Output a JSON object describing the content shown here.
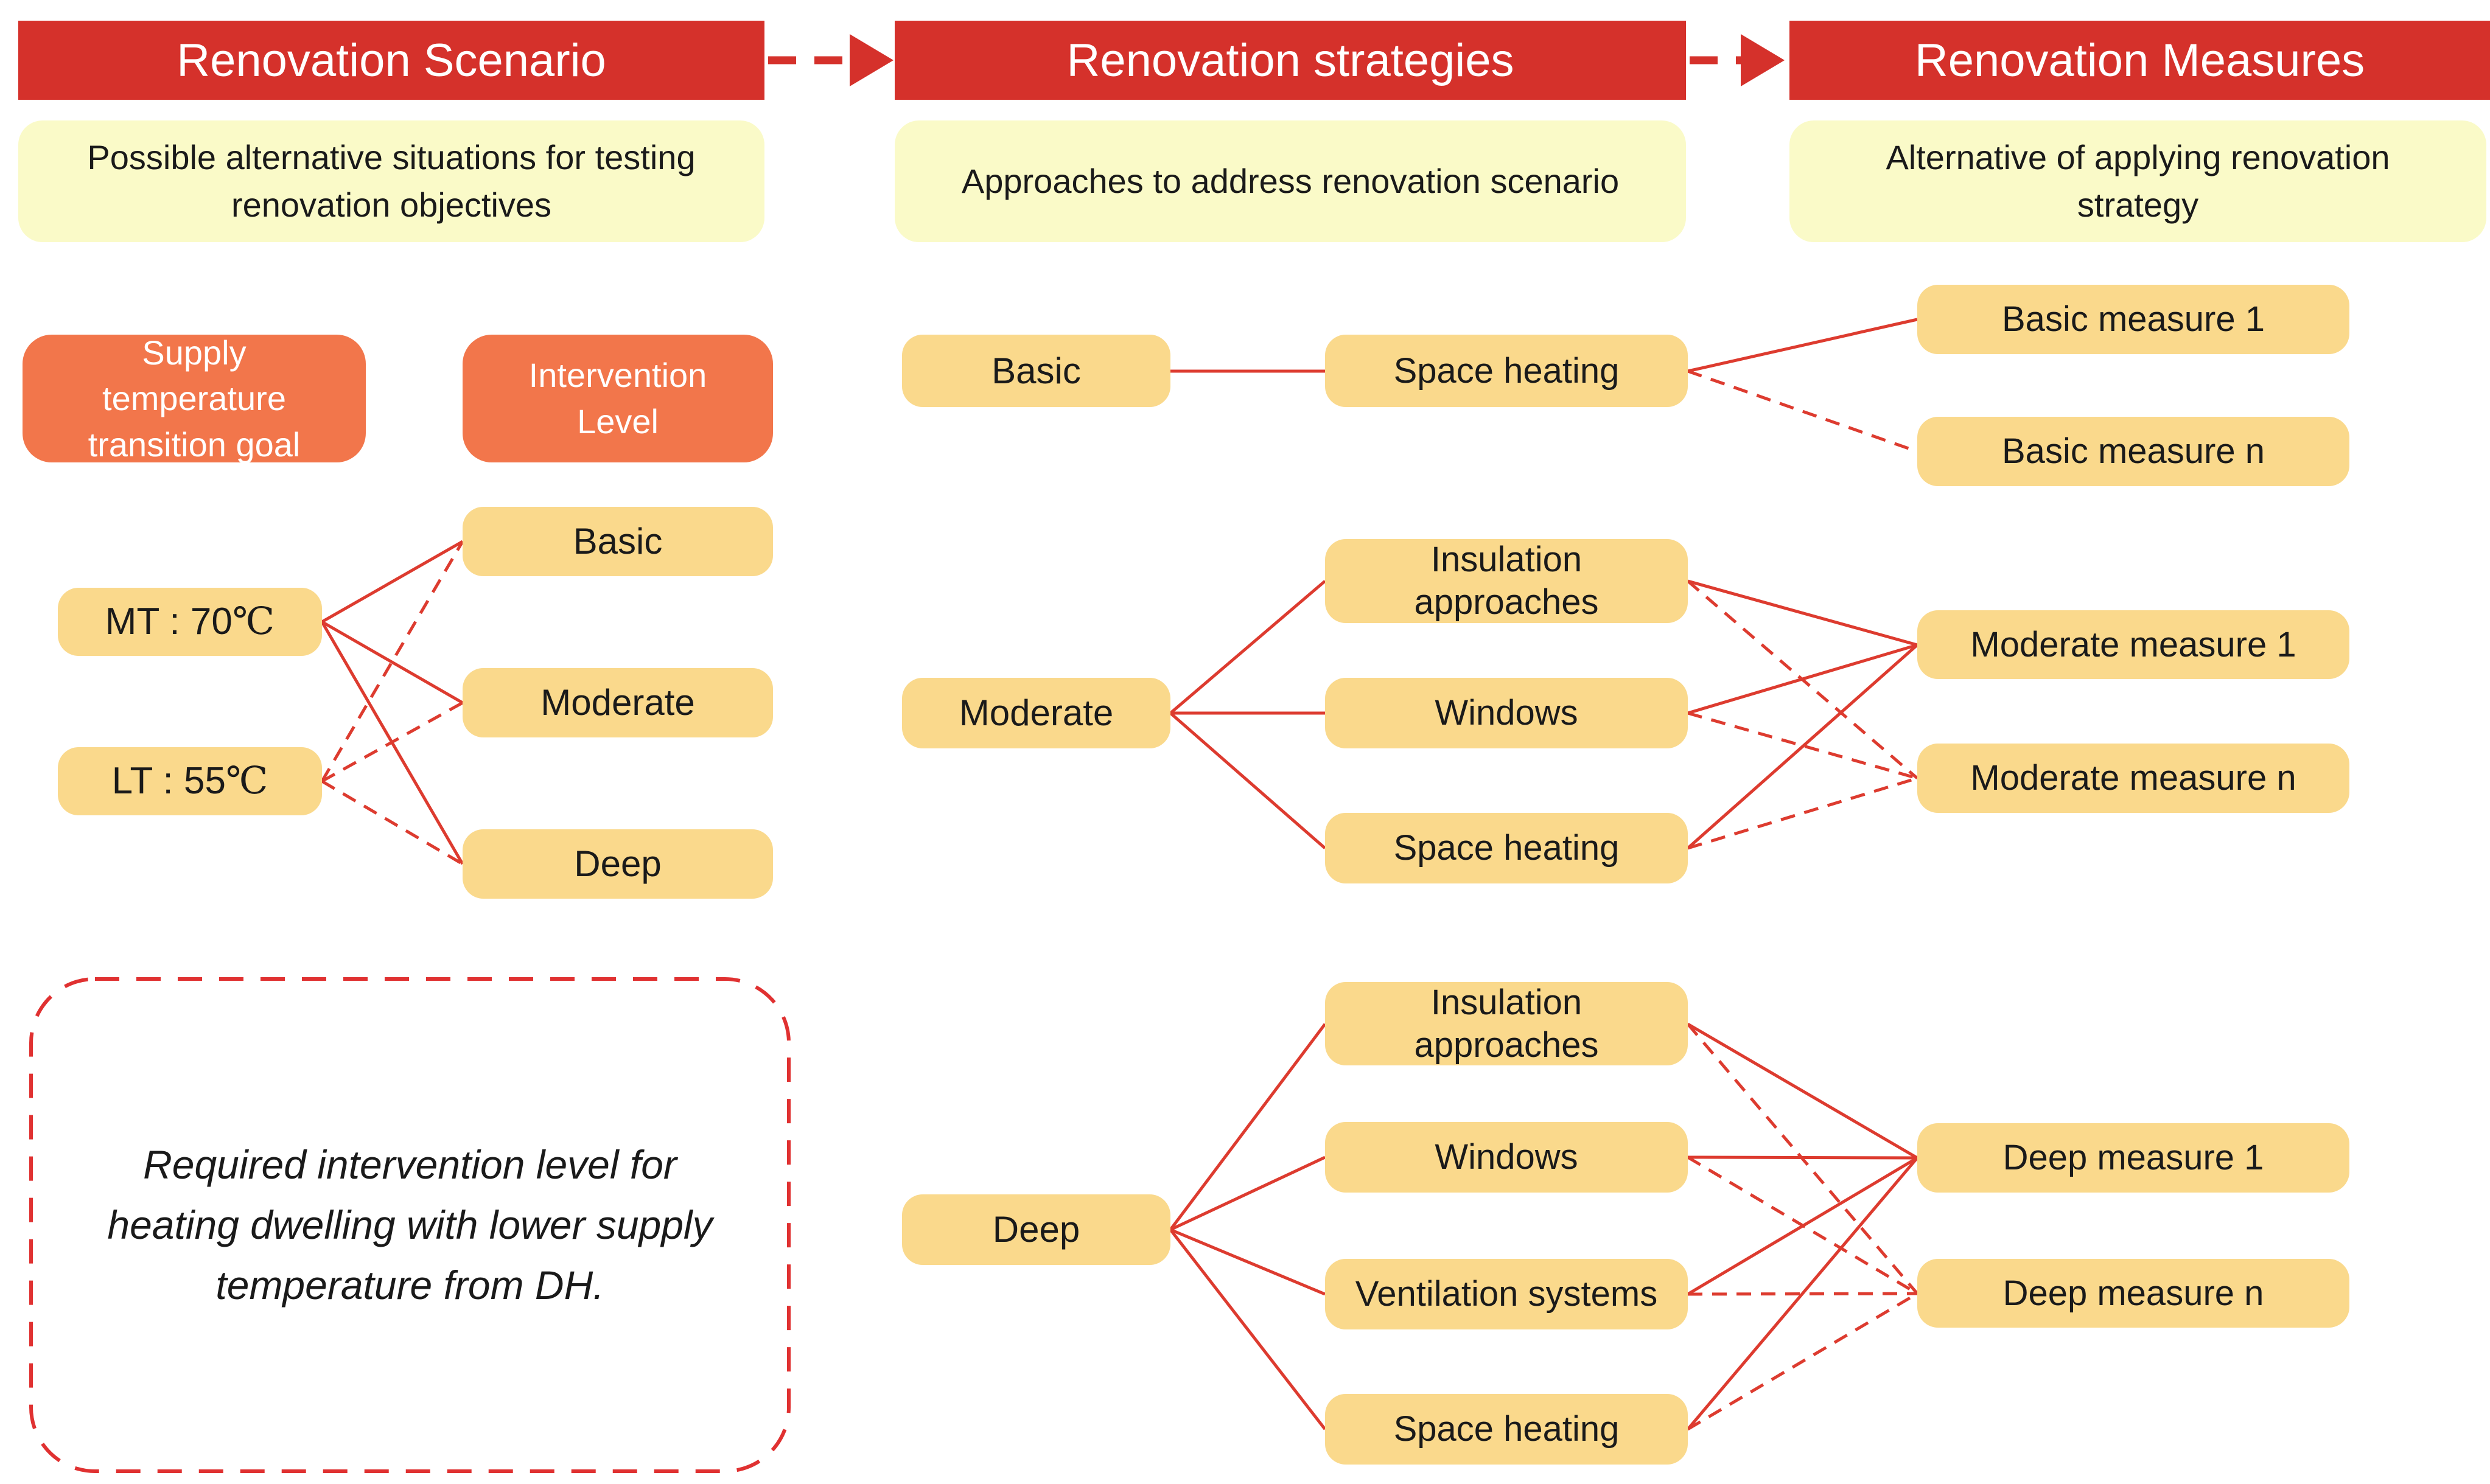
{
  "colors": {
    "header_red": "#d5312b",
    "line_red": "#dd3b2f",
    "orange": "#f2764b",
    "pale_yellow": "#fafac8",
    "gold": "#fad98c",
    "note_border_red": "#e03131"
  },
  "columns": [
    {
      "header": "Renovation Scenario",
      "description": "Possible alternative situations for testing renovation objectives"
    },
    {
      "header": "Renovation strategies",
      "description": "Approaches to address renovation scenario"
    },
    {
      "header": "Renovation Measures",
      "description": "Alternative of applying renovation strategy"
    }
  ],
  "scenario": {
    "goal_box_label": "Supply temperature transition goal",
    "level_box_label": "Intervention Level",
    "goals": [
      {
        "prefix": "MT : 70",
        "unit": "℃"
      },
      {
        "prefix": "LT : 55",
        "unit": "℃"
      }
    ],
    "levels": [
      "Basic",
      "Moderate",
      "Deep"
    ],
    "note": "Required intervention level for heating dwelling with lower supply temperature from DH."
  },
  "strategies": {
    "basic": {
      "label": "Basic",
      "items": [
        "Space heating"
      ]
    },
    "moderate": {
      "label": "Moderate",
      "items": [
        "Insulation approaches",
        "Windows",
        "Space heating"
      ]
    },
    "deep": {
      "label": "Deep",
      "items": [
        "Insulation approaches",
        "Windows",
        "Ventilation systems",
        "Space heating"
      ]
    }
  },
  "measures": {
    "basic_1": "Basic measure 1",
    "basic_n": "Basic measure n",
    "moderate_1": "Moderate measure 1",
    "moderate_n": "Moderate measure n",
    "deep_1": "Deep measure 1",
    "deep_n": "Deep measure n"
  }
}
